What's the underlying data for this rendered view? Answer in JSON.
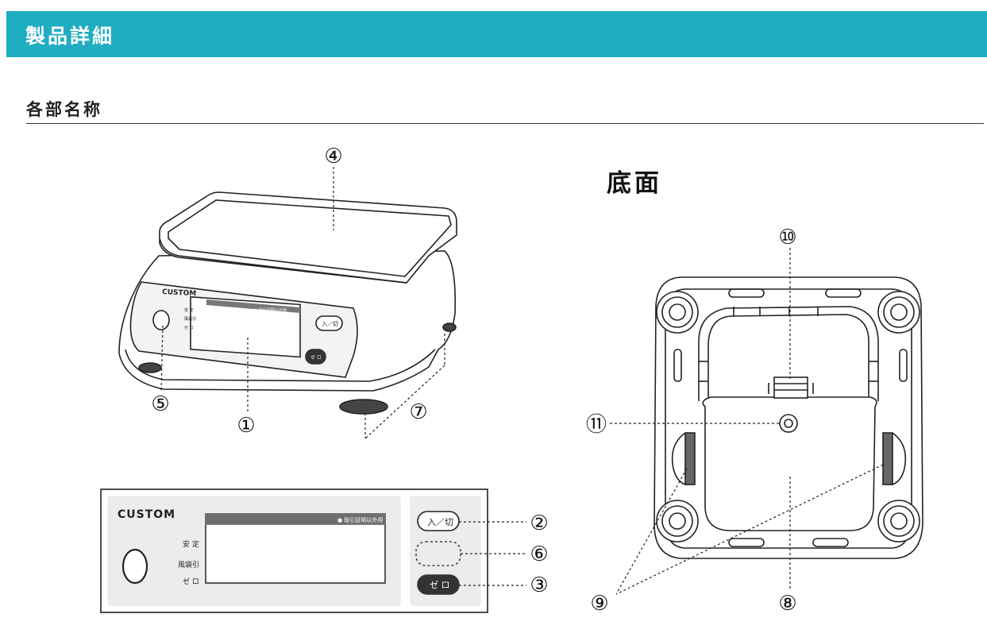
{
  "header": {
    "title": "製品詳細"
  },
  "section": {
    "title": "各部名称"
  },
  "bottom_view": {
    "title": "底面"
  },
  "callouts": {
    "c1": "①",
    "c2": "②",
    "c3": "③",
    "c4": "④",
    "c5": "⑤",
    "c6": "⑥",
    "c7": "⑦",
    "c8": "⑧",
    "c9": "⑨",
    "c10": "⑩",
    "c11": "⑪"
  },
  "scale": {
    "brand": "CUSTOM",
    "display_band_text": "● 取引証明以外用",
    "indicator_stable": "安 定",
    "indicator_tare": "風袋引",
    "indicator_zero": "ゼ ロ",
    "power_button": "入／切",
    "zero_button": "ゼ ロ"
  },
  "colors": {
    "header": "#1fadc2",
    "line": "#222222",
    "panel": "#ececec"
  }
}
